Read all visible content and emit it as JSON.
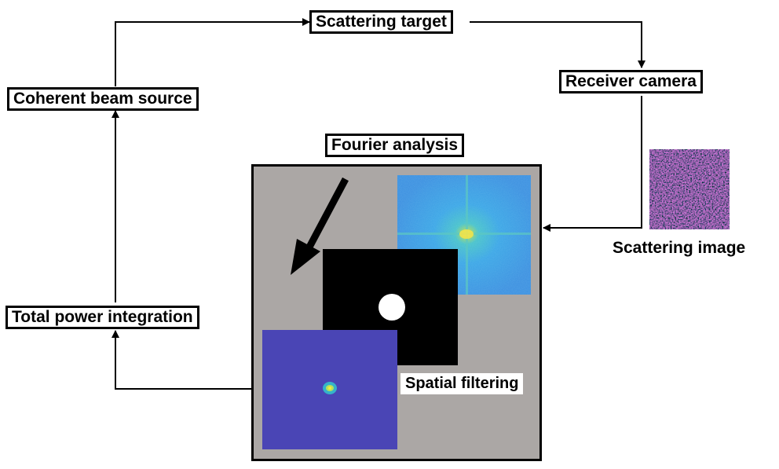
{
  "nodes": {
    "scattering_target": "Scattering target",
    "receiver_camera": "Receiver camera",
    "coherent_beam_source": "Coherent beam source",
    "total_power_integration": "Total power integration",
    "fourier_analysis": "Fourier analysis"
  },
  "labels": {
    "scattering_image": "Scattering image",
    "spatial_filtering": "Spatial filtering"
  },
  "colors": {
    "panel_gray": "#aba7a5",
    "speckle_magenta": "#7a1f8f",
    "spectrum_blue": "#3d9ee8",
    "filtered_indigo": "#4a45b5"
  }
}
